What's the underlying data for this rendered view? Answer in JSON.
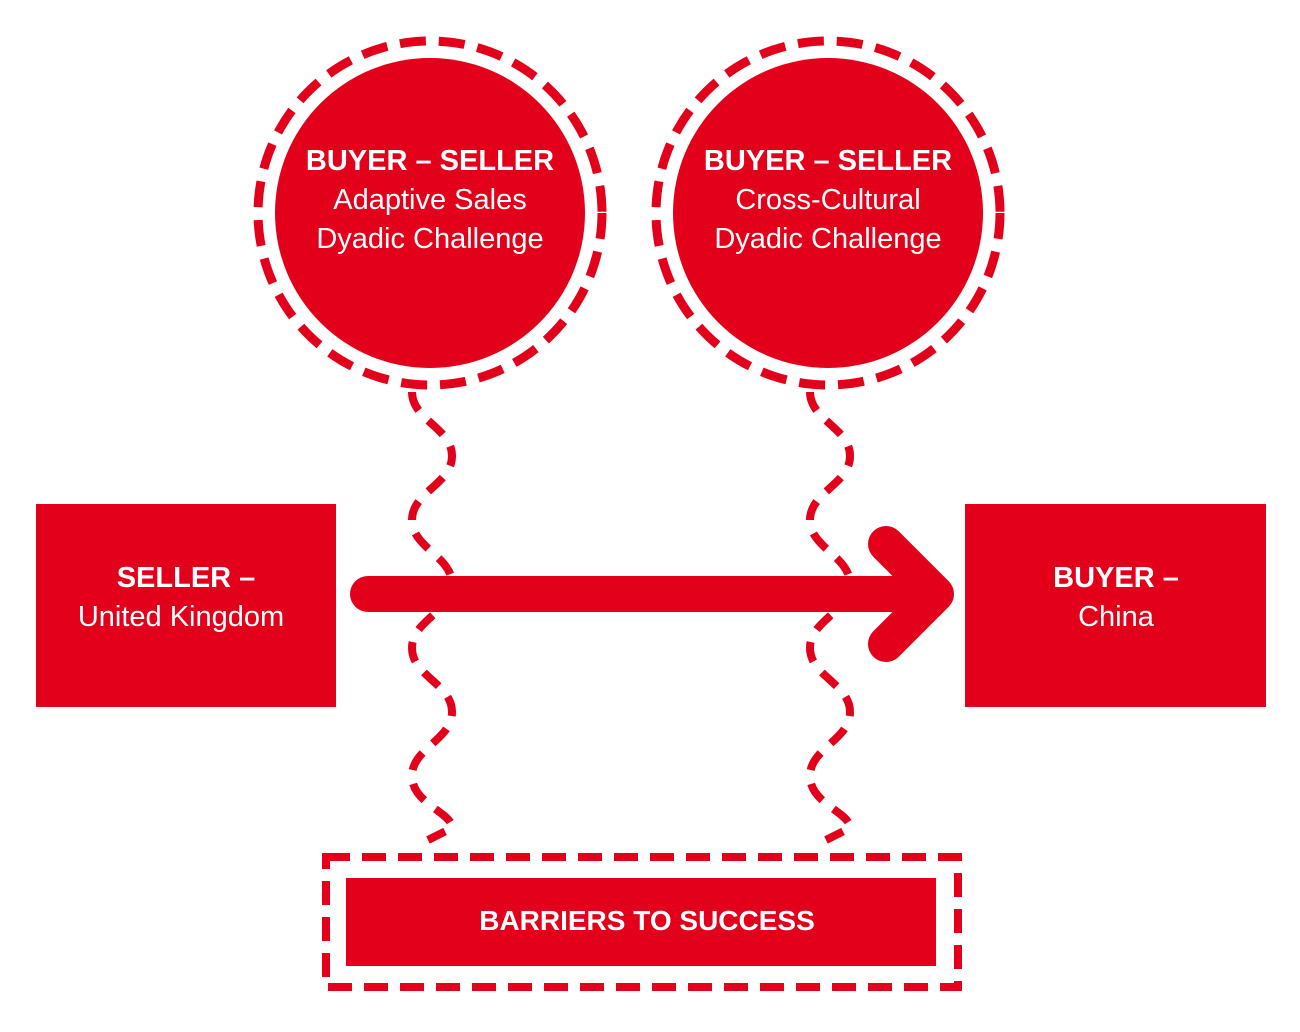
{
  "colors": {
    "accent": "#e2001a",
    "background": "#ffffff",
    "text": "#ffffff"
  },
  "circles": [
    {
      "title": "BUYER – SELLER",
      "line1": "Adaptive Sales",
      "line2": "Dyadic Challenge"
    },
    {
      "title": "BUYER – SELLER",
      "line1": "Cross-Cultural",
      "line2": "Dyadic Challenge"
    }
  ],
  "seller": {
    "title": "SELLER –",
    "subtitle": "United Kingdom"
  },
  "buyer": {
    "title": "BUYER –",
    "subtitle": "China"
  },
  "barriers": {
    "label": "BARRIERS TO SUCCESS"
  },
  "arrow": {
    "direction": "seller-to-buyer"
  }
}
